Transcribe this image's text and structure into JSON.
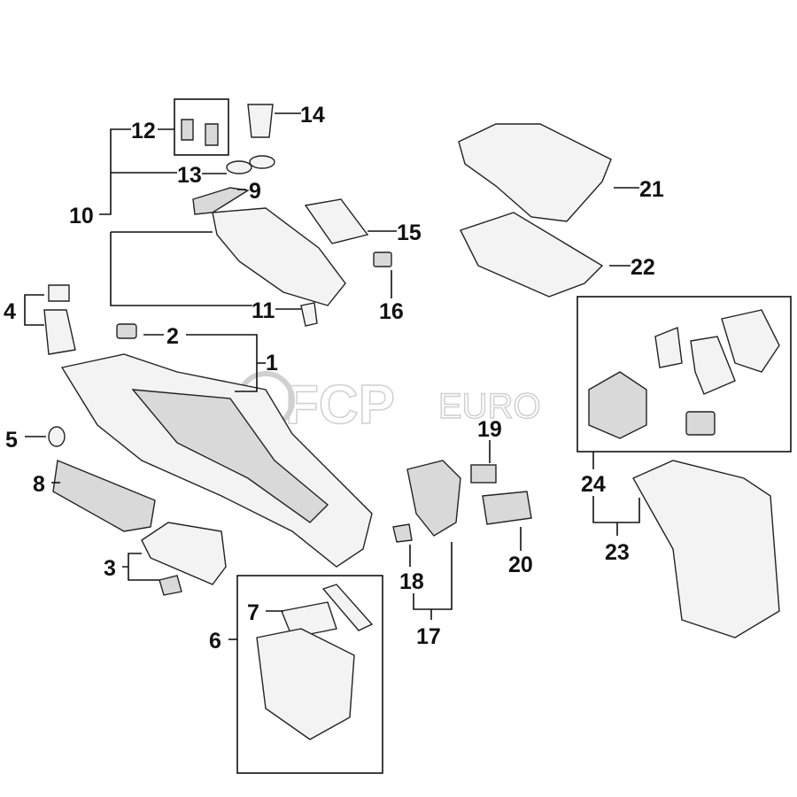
{
  "diagram": {
    "watermark": "FCP EURO",
    "callouts": [
      {
        "id": "1",
        "label": "1"
      },
      {
        "id": "2",
        "label": "2"
      },
      {
        "id": "3",
        "label": "3"
      },
      {
        "id": "4",
        "label": "4"
      },
      {
        "id": "5",
        "label": "5"
      },
      {
        "id": "6",
        "label": "6"
      },
      {
        "id": "7",
        "label": "7"
      },
      {
        "id": "8",
        "label": "8"
      },
      {
        "id": "9",
        "label": "9"
      },
      {
        "id": "10",
        "label": "10"
      },
      {
        "id": "11",
        "label": "11"
      },
      {
        "id": "12",
        "label": "12"
      },
      {
        "id": "13",
        "label": "13"
      },
      {
        "id": "14",
        "label": "14"
      },
      {
        "id": "15",
        "label": "15"
      },
      {
        "id": "16",
        "label": "16"
      },
      {
        "id": "17",
        "label": "17"
      },
      {
        "id": "18",
        "label": "18"
      },
      {
        "id": "19",
        "label": "19"
      },
      {
        "id": "20",
        "label": "20"
      },
      {
        "id": "21",
        "label": "21"
      },
      {
        "id": "22",
        "label": "22"
      },
      {
        "id": "23",
        "label": "23"
      },
      {
        "id": "24",
        "label": "24"
      }
    ]
  }
}
